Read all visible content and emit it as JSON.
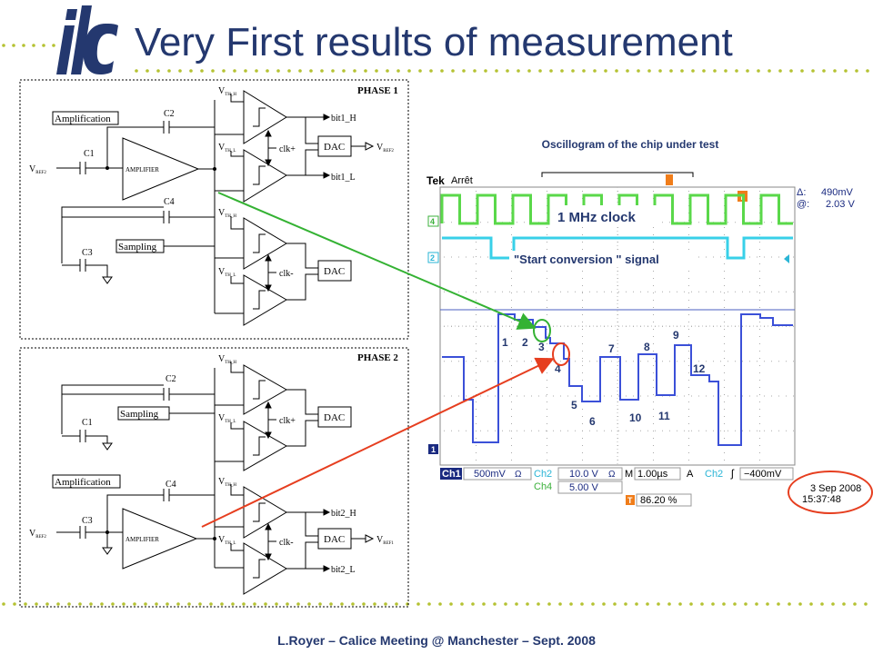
{
  "slide": {
    "title": "Very First results of measurement",
    "footer": "L.Royer – Calice Meeting @ Manchester – Sept. 2008",
    "logo_text": "ilc",
    "colors": {
      "navy": "#24386f",
      "dots": "#b5c232",
      "green_arrow": "#34b233",
      "red_arrow": "#e63e1f"
    }
  },
  "phase1": {
    "label": "PHASE 1",
    "amp_box": "Amplification",
    "sampling_box": "Sampling",
    "c2": "C2",
    "c1": "C1",
    "c4": "C4",
    "c3": "C3",
    "vref": "V",
    "vref_sub": "REF2",
    "vth": "V",
    "vth_sub_h": "TH_H",
    "vth_sub_l": "TH_L",
    "amplifier": "AMPLIFIER",
    "dac": "DAC",
    "bit_h": "bit1_H",
    "bit_l": "bit1_L",
    "clk_plus": "clk+",
    "clk_minus": "clk-",
    "vout": "V",
    "vout_sub": "REF2"
  },
  "phase2": {
    "label": "PHASE 2",
    "sampling_box": "Sampling",
    "amp_box": "Amplification",
    "c2": "C2",
    "c1": "C1",
    "c4": "C4",
    "c3": "C3",
    "vref": "V",
    "vref_sub": "REF2",
    "vth": "V",
    "vth_sub_h": "TH_H",
    "vth_sub_l": "TH_L",
    "amplifier": "AMPLIFIER",
    "dac": "DAC",
    "bit_h": "bit2_H",
    "bit_l": "bit2_L",
    "clk_plus": "clk+",
    "clk_minus": "clk-",
    "vout": "V",
    "vout_sub": "REF1"
  },
  "scope": {
    "caption": "Oscillogram of the chip under test",
    "brand": "Tek",
    "status": "Arrêt",
    "delta_label": "Δ:",
    "delta_value": "490mV",
    "at_label": "@:",
    "at_value": "2.03 V",
    "trigger_marker": "T",
    "channel_markers": [
      "4",
      "2",
      "1"
    ],
    "clock_label": "1 MHz clock",
    "start_label": "\"Start conversion \" signal",
    "step_labels": [
      "1",
      "2",
      "3",
      "4",
      "5",
      "6",
      "7",
      "8",
      "9",
      "10",
      "11",
      "12"
    ],
    "ch1_label": "Ch1",
    "ch1_value": "500mV",
    "ohm": "Ω",
    "ch2_label": "Ch2",
    "ch2_value": "10.0 V",
    "ch4_label": "Ch4",
    "ch4_value": "5.00 V",
    "time_label": "M",
    "time_value": "1.00µs",
    "acq_label": "A",
    "trig_ch": "Ch2",
    "trig_level": "−400mV",
    "trig_pos": "86.20 %",
    "date": "3 Sep  2008",
    "time": "15:37:48"
  }
}
